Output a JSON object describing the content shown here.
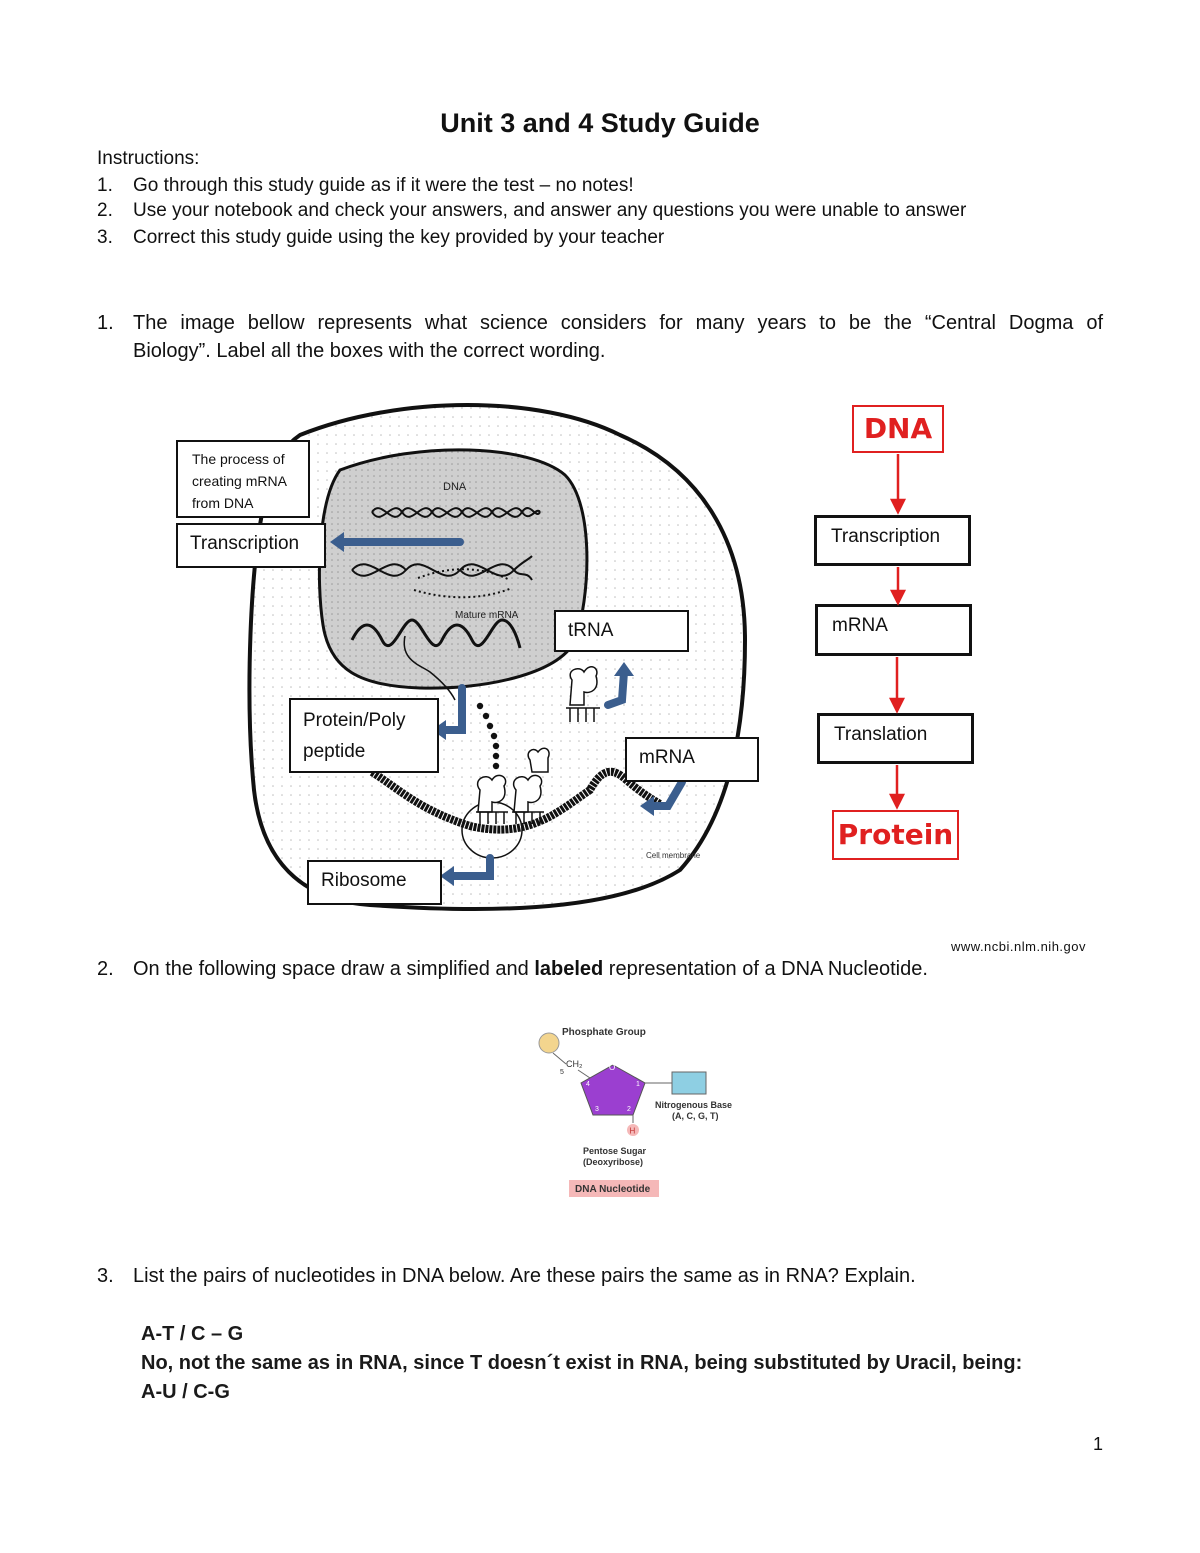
{
  "title": "Unit 3 and 4 Study Guide",
  "instructions": {
    "heading": "Instructions:",
    "items": [
      {
        "num": "1.",
        "text": "Go through this study guide as if it were the test – no notes!"
      },
      {
        "num": "2.",
        "text": "Use your notebook and check your answers, and answer any questions you were unable to answer"
      },
      {
        "num": "3.",
        "text": "Correct this study guide using the key provided by your teacher"
      }
    ]
  },
  "q1": {
    "num": "1.",
    "line1": "The image bellow represents what science considers for many years to be the “Central Dogma of",
    "line2": "Biology”. Label all the boxes with the correct wording."
  },
  "cell_diagram": {
    "process_box_line1": "The process of",
    "process_box_line2": "creating mRNA",
    "process_box_line3": "from DNA",
    "transcription_label": "Transcription",
    "trna_label": "tRNA",
    "protein_label_line1": "Protein/Poly",
    "protein_label_line2": "peptide",
    "mrna_label": "mRNA",
    "ribosome_label": "Ribosome",
    "dna_text": "DNA",
    "mature_mrna_text": "Mature mRNA",
    "cell_membrane_text": "Cell membrane"
  },
  "flowchart": {
    "start": "DNA",
    "step1": "Transcription",
    "step2": "mRNA",
    "step3": "Translation",
    "end": "Protein",
    "accent_color": "#e02020"
  },
  "credit": "www.ncbi.nlm.nih.gov",
  "q2": {
    "num": "2.",
    "text_before": "On the following space draw a simplified and ",
    "text_bold": "labeled",
    "text_after": " representation of a DNA Nucleotide."
  },
  "nucleotide": {
    "phosphate_label": "Phosphate Group",
    "ch2_label": "CH₂",
    "carbon5": "5",
    "oxygen": "O",
    "carbon4": "4",
    "carbon1": "1",
    "carbon3": "3",
    "carbon2": "2",
    "hydrogen": "H",
    "base_label_line1": "Nitrogenous Base",
    "base_label_line2": "(A, C, G, T)",
    "sugar_label_line1": "Pentose Sugar",
    "sugar_label_line2": "(Deoxyribose)",
    "caption": "DNA Nucleotide",
    "phosphate_color": "#f3d58e",
    "sugar_color": "#9b3fd0",
    "base_color": "#8ecfe3",
    "caption_bg": "#f5b8b8"
  },
  "q3": {
    "num": "3.",
    "text": "List the pairs of nucleotides in DNA below. Are these pairs the same as in RNA? Explain.",
    "answer_line1": "A-T / C – G",
    "answer_line2": "No, not the same as in RNA, since T doesn´t exist in RNA, being substituted by Uracil, being:",
    "answer_line3": "A-U / C-G"
  },
  "page_number": "1"
}
